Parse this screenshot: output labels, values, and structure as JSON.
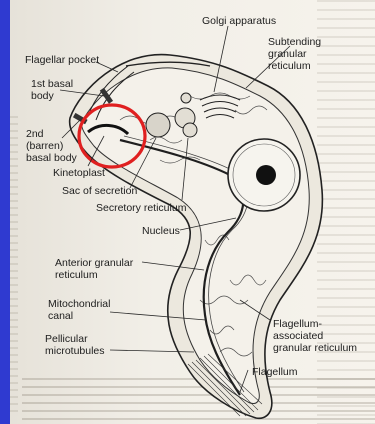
{
  "labels": {
    "golgi": "Golgi apparatus",
    "flagellar_pocket": "Flagellar pocket",
    "subtending": "Subtending\ngranular\nreticulum",
    "basal1": "1st basal\nbody",
    "basal2": "2nd\n(barren)\nbasal body",
    "kinetoplast": "Kinetoplast",
    "sac": "Sac of secretion",
    "secretory": "Secretory reticulum",
    "nucleus": "Nucleus",
    "anterior": "Anterior granular\nreticulum",
    "mito": "Mitochondrial\ncanal",
    "pellicular": "Pellicular\nmicrotubules",
    "flag_assoc": "Flagellum-\nassociated\ngranular reticulum",
    "flagellum": "Flagellum"
  },
  "colors": {
    "slide_background": "#2b36c8",
    "page": "#f3f0e9",
    "highlight_circle": "#e02020",
    "ink": "#1d1d1d"
  }
}
